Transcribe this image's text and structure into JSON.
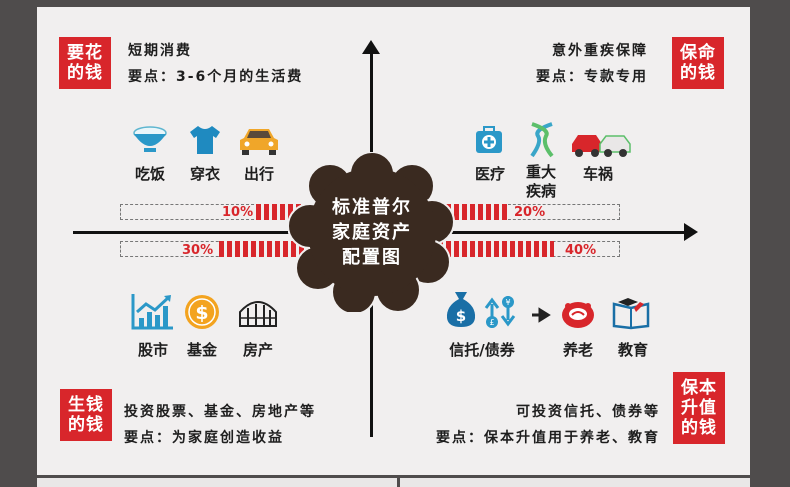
{
  "center": {
    "title_lines": [
      "标准普尔",
      "家庭资产",
      "配置图"
    ]
  },
  "tl": {
    "badge": "要花\n的钱",
    "line1": "短期消费",
    "line2": "要点：3-6个月的生活费",
    "items": [
      {
        "icon": "rice-bowl-icon",
        "label": "吃饭"
      },
      {
        "icon": "tshirt-icon",
        "label": "穿衣"
      },
      {
        "icon": "car-icon",
        "label": "出行"
      }
    ],
    "percent": "10%"
  },
  "tr": {
    "badge": "保命\n的钱",
    "line1": "意外重疾保障",
    "line2": "要点：专款专用",
    "items": [
      {
        "icon": "medical-kit-icon",
        "label": "医疗"
      },
      {
        "icon": "dna-icon",
        "label": "重大\n疾病"
      },
      {
        "icon": "car-crash-icon",
        "label": "车祸"
      }
    ],
    "percent": "20%"
  },
  "bl": {
    "badge": "生钱\n的钱",
    "line1": "投资股票、基金、房地产等",
    "line2": "要点：为家庭创造收益",
    "items": [
      {
        "icon": "stock-chart-icon",
        "label": "股市"
      },
      {
        "icon": "dollar-coin-icon",
        "label": "基金"
      },
      {
        "icon": "building-icon",
        "label": "房产"
      }
    ],
    "percent": "30%"
  },
  "br": {
    "badge": "保本\n升值\n的钱",
    "line1": "可投资信托、债券等",
    "line2": "要点：保本升值用于养老、教育",
    "items": [
      {
        "icon": "money-bag-icon",
        "label": "信托/债券"
      },
      {
        "icon": "piggy-bank-icon",
        "label": "养老"
      },
      {
        "icon": "book-icon",
        "label": "教育"
      }
    ],
    "percent": "40%"
  },
  "colors": {
    "accent": "#d8262b",
    "center": "#3a2a20",
    "background": "#4f4c4c",
    "panel": "#f1efef"
  }
}
